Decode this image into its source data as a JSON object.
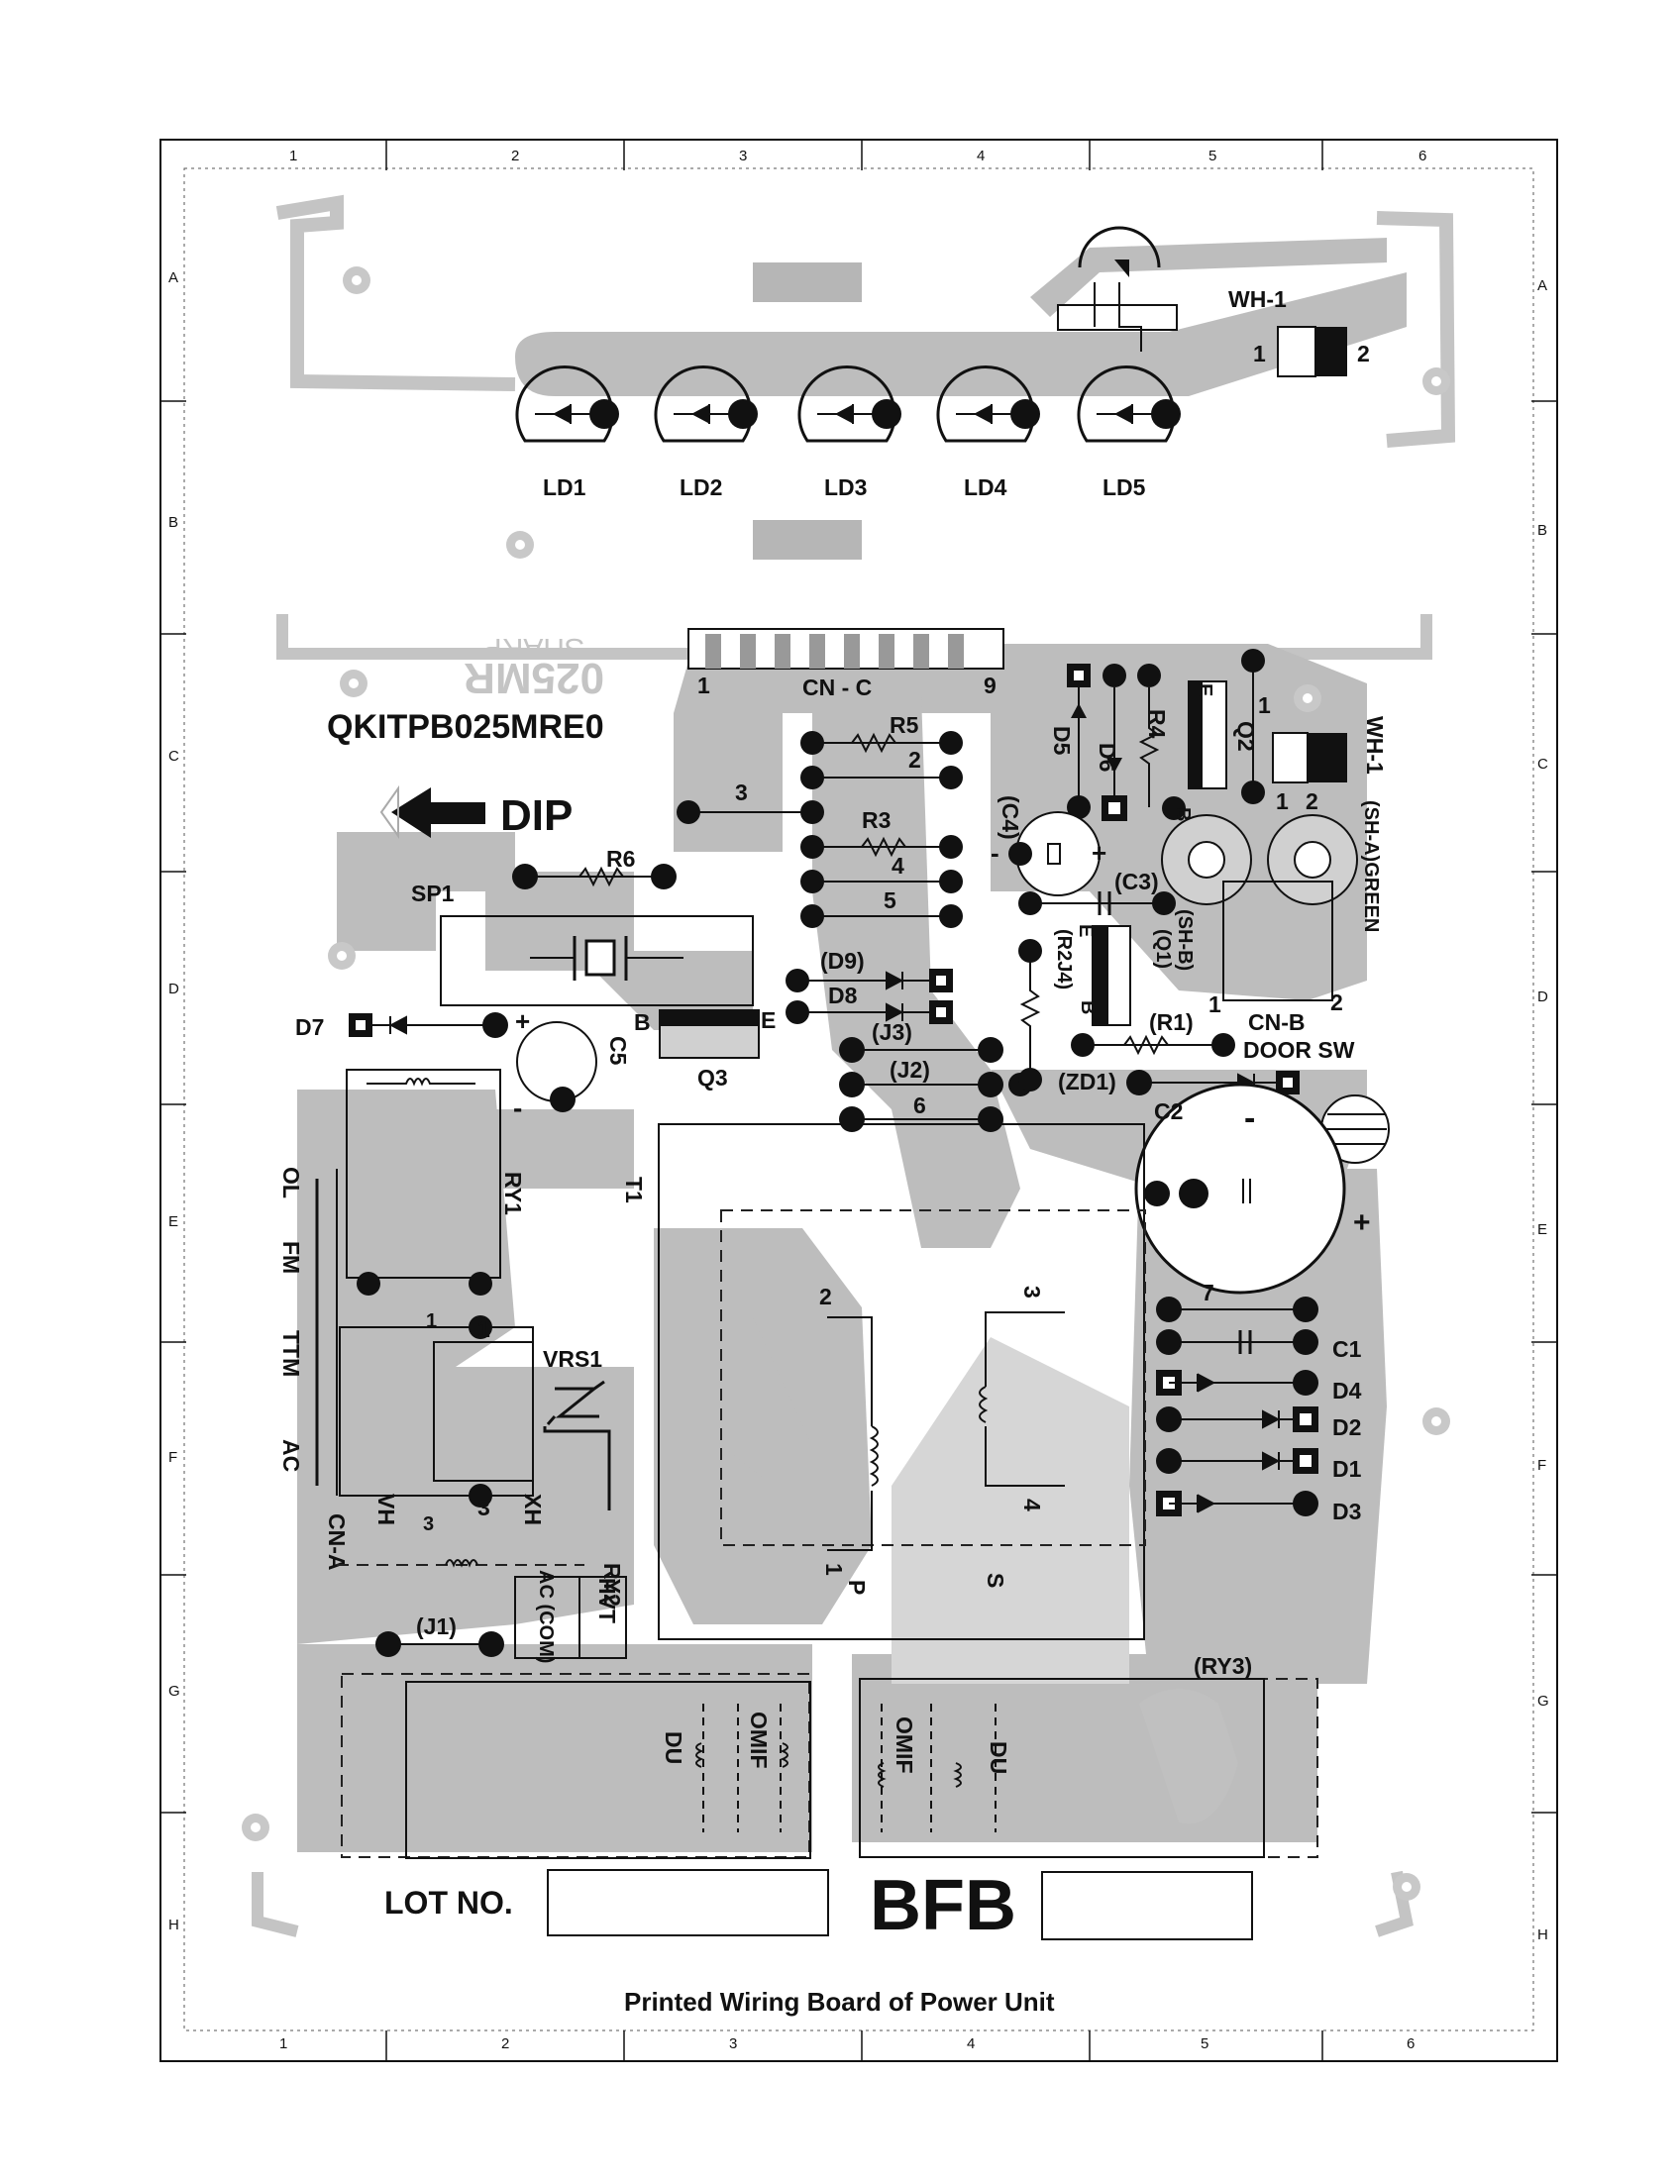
{
  "caption": "Printed Wiring Board of Power Unit",
  "board_code": "QKITPB025MRE0",
  "direction_label": "DIP",
  "lot_label": "LOT NO.",
  "model_mark": "BFB",
  "column_labels": [
    "1",
    "2",
    "3",
    "4",
    "5",
    "6"
  ],
  "row_labels": [
    "A",
    "B",
    "C",
    "D",
    "E",
    "F",
    "G",
    "H"
  ],
  "led_labels": [
    "LD1",
    "LD2",
    "LD3",
    "LD4",
    "LD5"
  ],
  "connector_c": {
    "name": "CN - C",
    "pin_first": "1",
    "pin_last": "9"
  },
  "wh1_top": {
    "name": "WH-1",
    "pin1": "1",
    "pin2": "2"
  },
  "wh1_side": {
    "name": "WH-1",
    "pin1": "1",
    "pin2": "2"
  },
  "pin_numbers": [
    "2",
    "3",
    "4",
    "5",
    "6"
  ],
  "components": {
    "r5": "R5",
    "r3": "R3",
    "r6": "R6",
    "r4": "R4",
    "q2": "Q2",
    "d5": "D5",
    "d6": "D6",
    "c4": "(C4)",
    "c3": "(C3)",
    "q2_e": "E",
    "q2_b": "B",
    "sp1": "SP1",
    "d9": "(D9)",
    "d8": "D8",
    "j3": "(J3)",
    "j2": "(J2)",
    "d7": "D7",
    "c5": "C5",
    "q3": "Q3",
    "q3_b": "B",
    "q3_e": "E",
    "r2j4": "(R2J4)",
    "q1": "(Q1)",
    "q1_e": "E",
    "q1_b": "B",
    "r1": "(R1)",
    "zd1": "(ZD1)",
    "shb": "(SH-B)",
    "sha": "(SH-A)GREEN",
    "cnb": "CN-B",
    "cnb_pin": "2",
    "door": "DOOR SW",
    "shb_pin": "1",
    "c2": "C2",
    "t1": "T1",
    "ry1": "RY1",
    "vrs1": "VRS1",
    "c1": "C1",
    "d4": "D4",
    "d2": "D2",
    "d1": "D1",
    "d3": "D3",
    "pin7": "7",
    "t_s1": "3",
    "t_s2": "4",
    "t_p2": "2",
    "t_p1": "1",
    "p": "P",
    "s": "S",
    "ol": "OL",
    "fm": "FM",
    "ttm": "TTM",
    "ac": "AC",
    "vh": "VH",
    "xh": "XH",
    "cna": "CN-A",
    "cna_pin3": "3",
    "cna_pin1": "1",
    "ry1_p1": "1",
    "ry1_p3": "3",
    "ry2": "RY2",
    "hvt": "HVT",
    "ac_com": "AC (COM)",
    "j1": "(J1)",
    "ry3": "(RY3)",
    "du_left": "DU",
    "omif_left": "OMIF",
    "omif_right": "OMIF",
    "du_right": "DU",
    "silk_brand": "SHARP",
    "silk_code": "025MR"
  }
}
